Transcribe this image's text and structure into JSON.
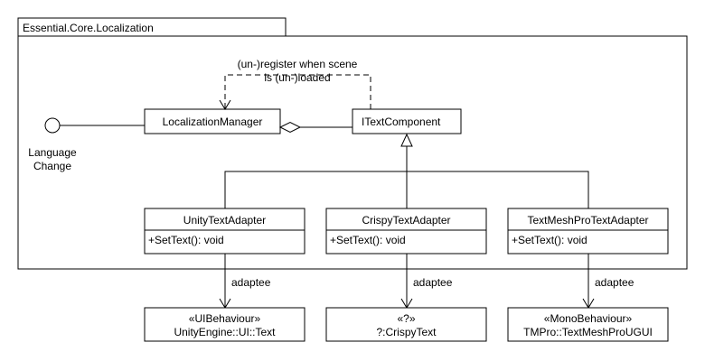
{
  "package": {
    "name": "Essential.Core.Localization"
  },
  "interface_node": {
    "label_line1": "Language",
    "label_line2": "Change"
  },
  "classes": {
    "localization_manager": {
      "name": "LocalizationManager"
    },
    "itext_component": {
      "name": "ITextComponent"
    },
    "unity_text_adapter": {
      "name": "UnityTextAdapter",
      "operation": "+SetText(): void"
    },
    "crispy_text_adapter": {
      "name": "CrispyTextAdapter",
      "operation": "+SetText(): void"
    },
    "textmeshpro_text_adapter": {
      "name": "TextMeshProTextAdapter",
      "operation": "+SetText(): void"
    }
  },
  "external_classes": {
    "unity_text": {
      "stereotype": "«UIBehaviour»",
      "name": "UnityEngine::UI::Text"
    },
    "crispy_text": {
      "stereotype": "«?»",
      "name": "?:CrispyText"
    },
    "tmpro_text": {
      "stereotype": "«MonoBehaviour»",
      "name": "TMPro::TextMeshProUGUI"
    }
  },
  "relations": {
    "register_note_line1": "(un-)register when scene",
    "register_note_line2": "is (un-)loaded",
    "adaptee_label_1": "adaptee",
    "adaptee_label_2": "adaptee",
    "adaptee_label_3": "adaptee"
  }
}
